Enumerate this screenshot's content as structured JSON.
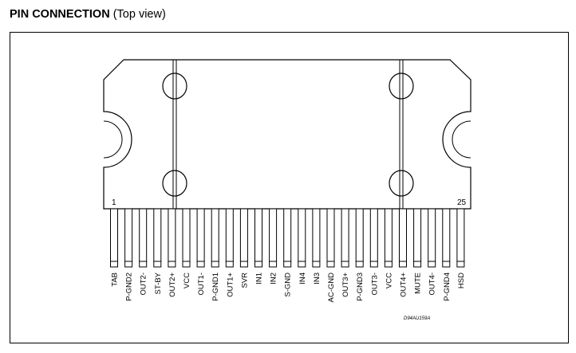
{
  "header": {
    "title_bold": "PIN CONNECTION",
    "title_suffix": "(Top view)"
  },
  "package": {
    "first_pin_number": "1",
    "last_pin_number": "25",
    "pin_labels": [
      "TAB",
      "P-GND2",
      "OUT2-",
      "ST-BY",
      "OUT2+",
      "VCC",
      "OUT1-",
      "P-GND1",
      "OUT1+",
      "SVR",
      "IN1",
      "IN2",
      "S-GND",
      "IN4",
      "IN3",
      "AC-GND",
      "OUT3+",
      "P-GND3",
      "OUT3-",
      "VCC",
      "OUT4+",
      "MUTE",
      "OUT4-",
      "P-GND4",
      "HSD"
    ],
    "document_code": "D94AU159A"
  }
}
